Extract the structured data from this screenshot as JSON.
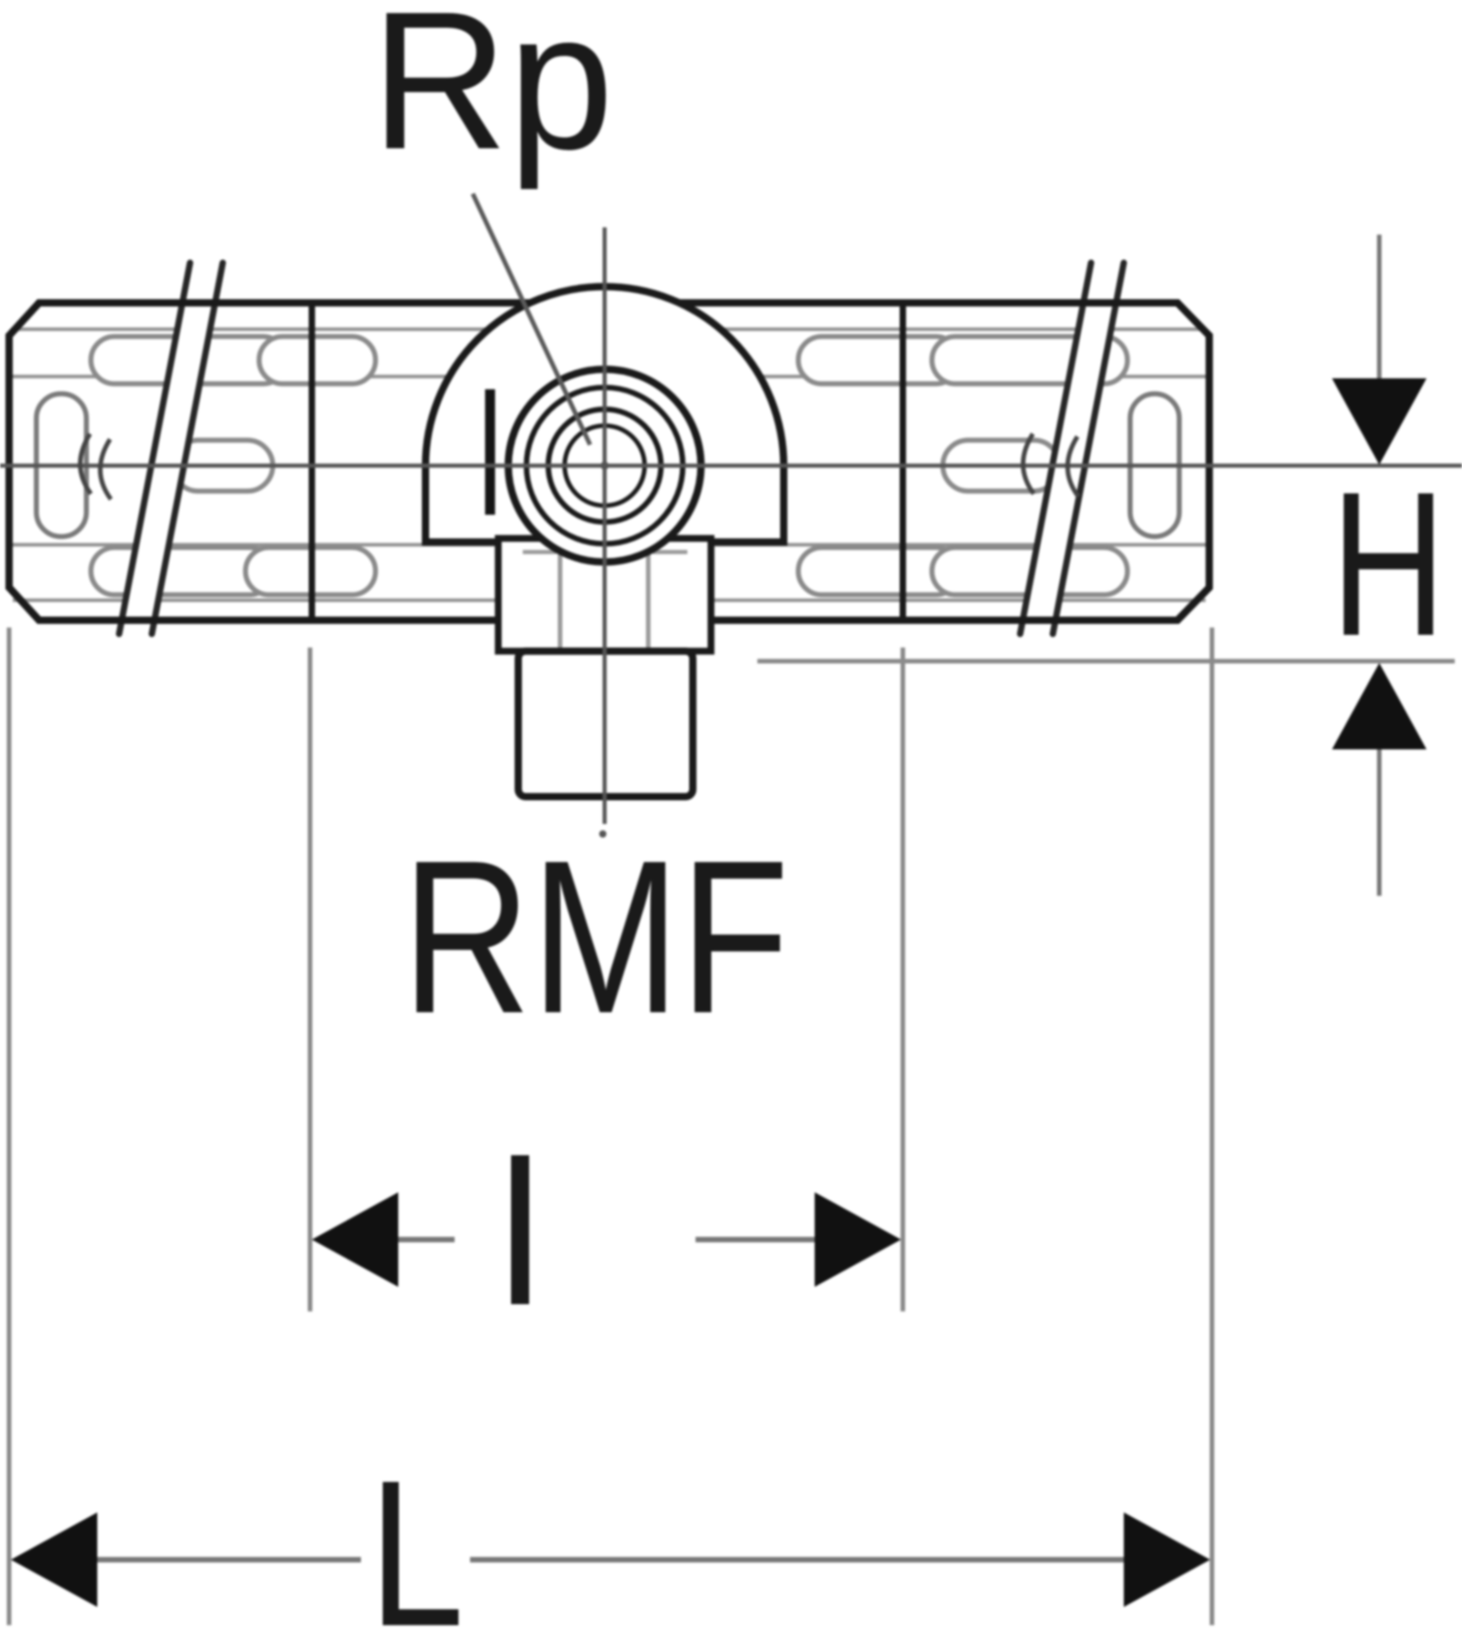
{
  "figure": {
    "type": "technical-dimension-drawing",
    "subject": "mounting-plate-with-wall-elbow",
    "labels": {
      "thread_female": "Rp",
      "height": "H",
      "thread_connector": "RMF",
      "hole_spacing": "l",
      "overall_length": "L"
    },
    "colors": {
      "background": "#ffffff",
      "outline": "#1a1a1a",
      "thin_line": "#8a8a8a",
      "dimension_line": "#6e6e6e",
      "arrow": "#111111"
    }
  }
}
